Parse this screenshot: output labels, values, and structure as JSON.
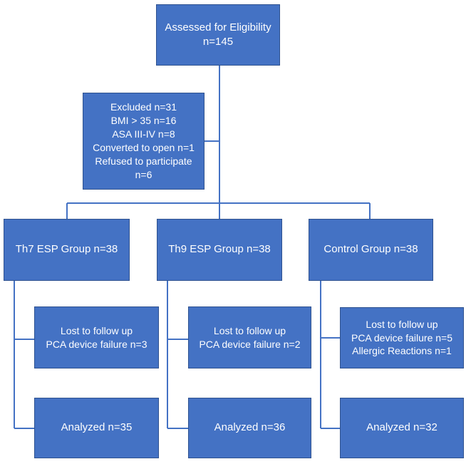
{
  "nodes": {
    "eligibility": {
      "lines": [
        "Assessed for Eligibility",
        "n=145"
      ]
    },
    "excluded": {
      "lines": [
        "Excluded n=31",
        "BMI > 35 n=16",
        "ASA III-IV n=8",
        "Converted to open n=1",
        "Refused to participate",
        "n=6"
      ]
    },
    "groups": [
      {
        "label": "Th7 ESP Group n=38"
      },
      {
        "label": "Th9 ESP Group n=38"
      },
      {
        "label": "Control Group n=38"
      }
    ],
    "lost": [
      {
        "lines": [
          "Lost to follow up",
          "PCA device failure n=3"
        ]
      },
      {
        "lines": [
          "Lost to follow up",
          "PCA device failure n=2"
        ]
      },
      {
        "lines": [
          "Lost to follow up",
          "PCA device failure n=5",
          "Allergic Reactions n=1"
        ]
      }
    ],
    "analyzed": [
      {
        "label": "Analyzed n=35"
      },
      {
        "label": "Analyzed n=36"
      },
      {
        "label": "Analyzed n=32"
      }
    ]
  },
  "colors": {
    "box_fill": "#4472c4",
    "box_border": "#2f528f",
    "connector": "#4472c4",
    "text": "#ffffff"
  }
}
